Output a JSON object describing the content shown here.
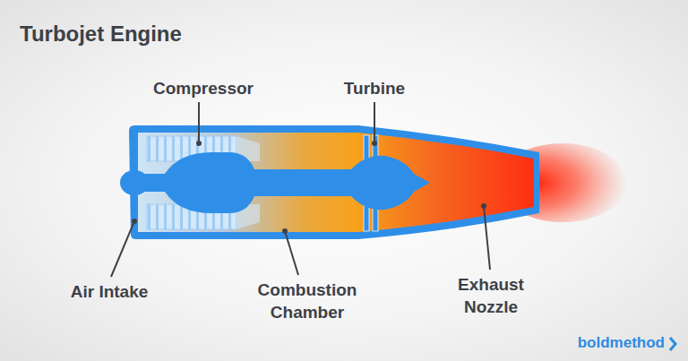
{
  "diagram": {
    "title": "Turbojet Engine",
    "labels": [
      "Compressor",
      "Turbine",
      "Air Intake",
      "Combustion Chamber",
      "Exhaust Nozzle",
      "boldmethod"
    ]
  }
}
